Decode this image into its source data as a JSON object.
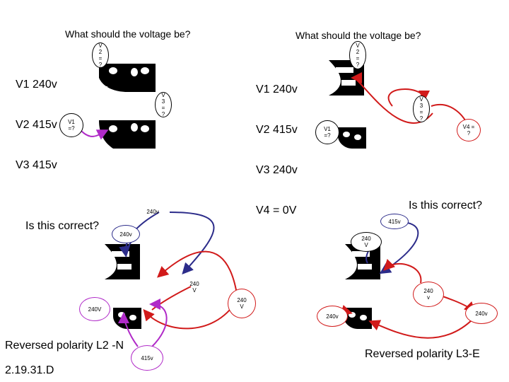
{
  "top_left": {
    "question": "What should the voltage be?",
    "values": [
      "V1 240v",
      "V2 415v",
      "V3 415v"
    ],
    "labels": {
      "v2": [
        "V",
        "2",
        "=",
        "?"
      ],
      "v3": [
        "V",
        "3",
        "=",
        "?"
      ],
      "v1": [
        "V1",
        "=?"
      ]
    }
  },
  "top_right": {
    "question": "What should the voltage be?",
    "values": [
      "V1 240v",
      "V2 415v",
      "V3 240v",
      "V4 = 0V"
    ],
    "labels": {
      "v2": [
        "V",
        "2",
        "=",
        "?"
      ],
      "v3": [
        "V",
        "3",
        "=",
        "?"
      ],
      "v1": [
        "V1",
        "=?"
      ],
      "v4": [
        "V4 =",
        "?"
      ]
    }
  },
  "bottom_left": {
    "question": "Is this correct?",
    "tags": {
      "a": "240v",
      "b": "240v",
      "c": [
        "240",
        "V"
      ],
      "d": "240V",
      "e": [
        "240",
        "V"
      ],
      "f": "415v"
    },
    "caption": "Reversed polarity L2 -N",
    "footer": "2.19.31.D"
  },
  "bottom_right": {
    "question": "Is this correct?",
    "tags": {
      "a": "415v",
      "b": [
        "240",
        "V"
      ],
      "c": [
        "240",
        "v"
      ],
      "d": "240v",
      "e": "240v"
    },
    "caption": "Reversed polarity L3-E"
  },
  "colors": {
    "blue": "#2c2c8a",
    "red": "#d11a1a",
    "pink": "#b02ac8",
    "socket": "#000000"
  }
}
